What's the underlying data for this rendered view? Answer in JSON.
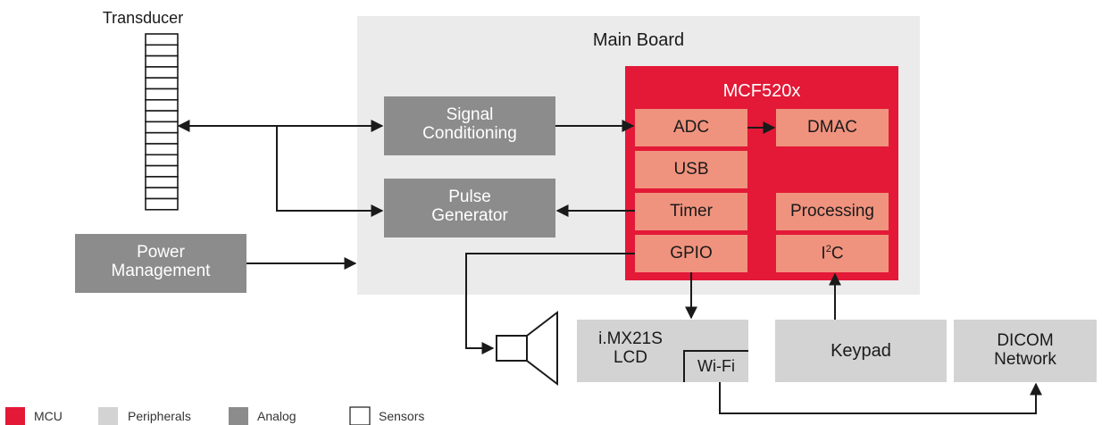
{
  "transducer": {
    "label": "Transducer"
  },
  "main_board": {
    "label": "Main Board"
  },
  "mcu": {
    "title": "MCF520x",
    "blocks": {
      "adc": "ADC",
      "dmac": "DMAC",
      "usb": "USB",
      "timer": "Timer",
      "processing": "Processing",
      "gpio": "GPIO",
      "i2c_main": "I",
      "i2c_sup": "2",
      "i2c_tail": "C"
    }
  },
  "analog": {
    "signal_conditioning": [
      "Signal",
      "Conditioning"
    ],
    "pulse_generator": [
      "Pulse",
      "Generator"
    ],
    "power_management": [
      "Power",
      "Management"
    ]
  },
  "peripherals": {
    "lcd": [
      "i.MX21S",
      "LCD"
    ],
    "wifi": "Wi-Fi",
    "keypad": "Keypad",
    "dicom": [
      "DICOM",
      "Network"
    ]
  },
  "legend": [
    {
      "label": "MCU",
      "color": "#e31937"
    },
    {
      "label": "Peripherals",
      "color": "#d3d3d3"
    },
    {
      "label": "Analog",
      "color": "#8c8c8c"
    },
    {
      "label": "Sensors",
      "color": "#ffffff"
    }
  ],
  "colors": {
    "mcu": "#e31937",
    "mcu_block": "#f0937e",
    "peripheral": "#d3d3d3",
    "board": "#ebebeb",
    "analog": "#8c8c8c"
  }
}
